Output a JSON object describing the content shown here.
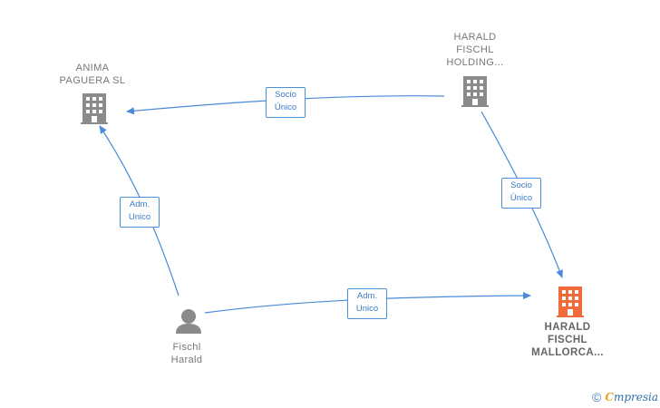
{
  "colors": {
    "edge": "#4a8ad8",
    "building": "#8a8a8a",
    "building_highlight": "#f06a3a",
    "person": "#8a8a8a"
  },
  "nodes": {
    "anima": {
      "lines": [
        "ANIMA",
        "PAGUERA  SL"
      ],
      "icon": "building-icon"
    },
    "holding": {
      "lines": [
        "HARALD",
        "FISCHL",
        "HOLDING..."
      ],
      "icon": "building-icon"
    },
    "mallorca": {
      "lines": [
        "HARALD",
        "FISCHL",
        "MALLORCA..."
      ],
      "icon": "building-icon"
    },
    "person": {
      "lines": [
        "Fischl",
        "Harald"
      ],
      "icon": "person-icon"
    }
  },
  "edges": {
    "holding_anima": {
      "lines": [
        "Socio",
        "Único"
      ]
    },
    "holding_mallorca": {
      "lines": [
        "Socio",
        "Único"
      ]
    },
    "person_anima": {
      "lines": [
        "Adm.",
        "Unico"
      ]
    },
    "person_mallorca": {
      "lines": [
        "Adm.",
        "Unico"
      ]
    }
  },
  "footer": {
    "copyright": "©",
    "brand_first": "C",
    "brand_rest": "mpresia"
  }
}
